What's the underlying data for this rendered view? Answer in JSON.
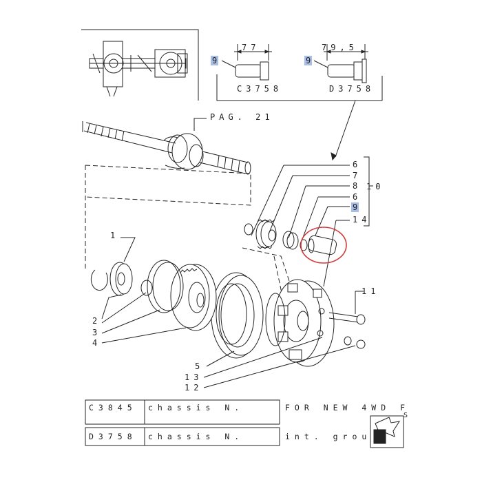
{
  "variants": [
    {
      "ref": "9",
      "dimension": "77",
      "code": "C3758"
    },
    {
      "ref": "9",
      "dimension": "79,5",
      "code": "D3758"
    }
  ],
  "page_ref": "PAG. 21",
  "callouts": {
    "c1": "1",
    "c2": "2",
    "c3": "3",
    "c4": "4",
    "c5": "5",
    "c6a": "6",
    "c7": "7",
    "c8": "8",
    "c6b": "6",
    "c9": "9",
    "c10": "10",
    "c11": "11",
    "c13": "13",
    "c12": "12",
    "c14": "14"
  },
  "footer": {
    "row1_code": "C3845",
    "row1_text": "chassis N.",
    "row2_code": "D3758",
    "row2_text": "chassis N.",
    "note1": "FOR NEW 4WD F",
    "note1_tail": "S",
    "note2": "int. grou"
  },
  "colors": {
    "highlight": "#a9bde6",
    "circle": "#d23a3a",
    "ink": "#222222"
  }
}
